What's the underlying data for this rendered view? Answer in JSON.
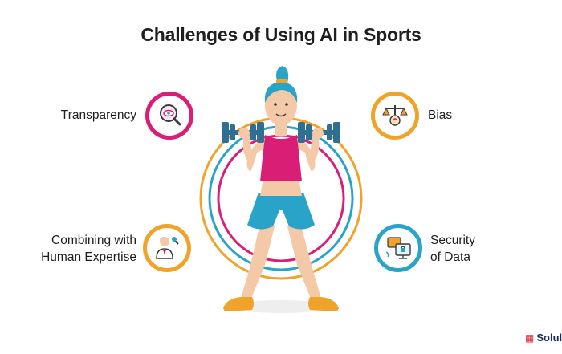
{
  "title": "Challenges of Using AI in Sports",
  "challenges": {
    "transparency": {
      "label": "Transparency",
      "icon": "magnifier-eye-icon",
      "color": "#d81e75"
    },
    "bias": {
      "label": "Bias",
      "icon": "balance-scale-icon",
      "color": "#f0a32a"
    },
    "human_expertise": {
      "label_line1": "Combining with",
      "label_line2": "Human Expertise",
      "icon": "expert-person-icon",
      "color": "#f0a32a"
    },
    "security": {
      "label_line1": "Security",
      "label_line2": "of Data",
      "icon": "secure-computer-icon",
      "color": "#2aa3c9"
    }
  },
  "figure": {
    "icon": "woman-lifting-dumbbells-illustration"
  },
  "logo": {
    "text": "Solul"
  },
  "colors": {
    "pink": "#d81e75",
    "orange": "#f0a32a",
    "blue": "#2aa3c9",
    "dumbbell": "#2f6f94"
  }
}
